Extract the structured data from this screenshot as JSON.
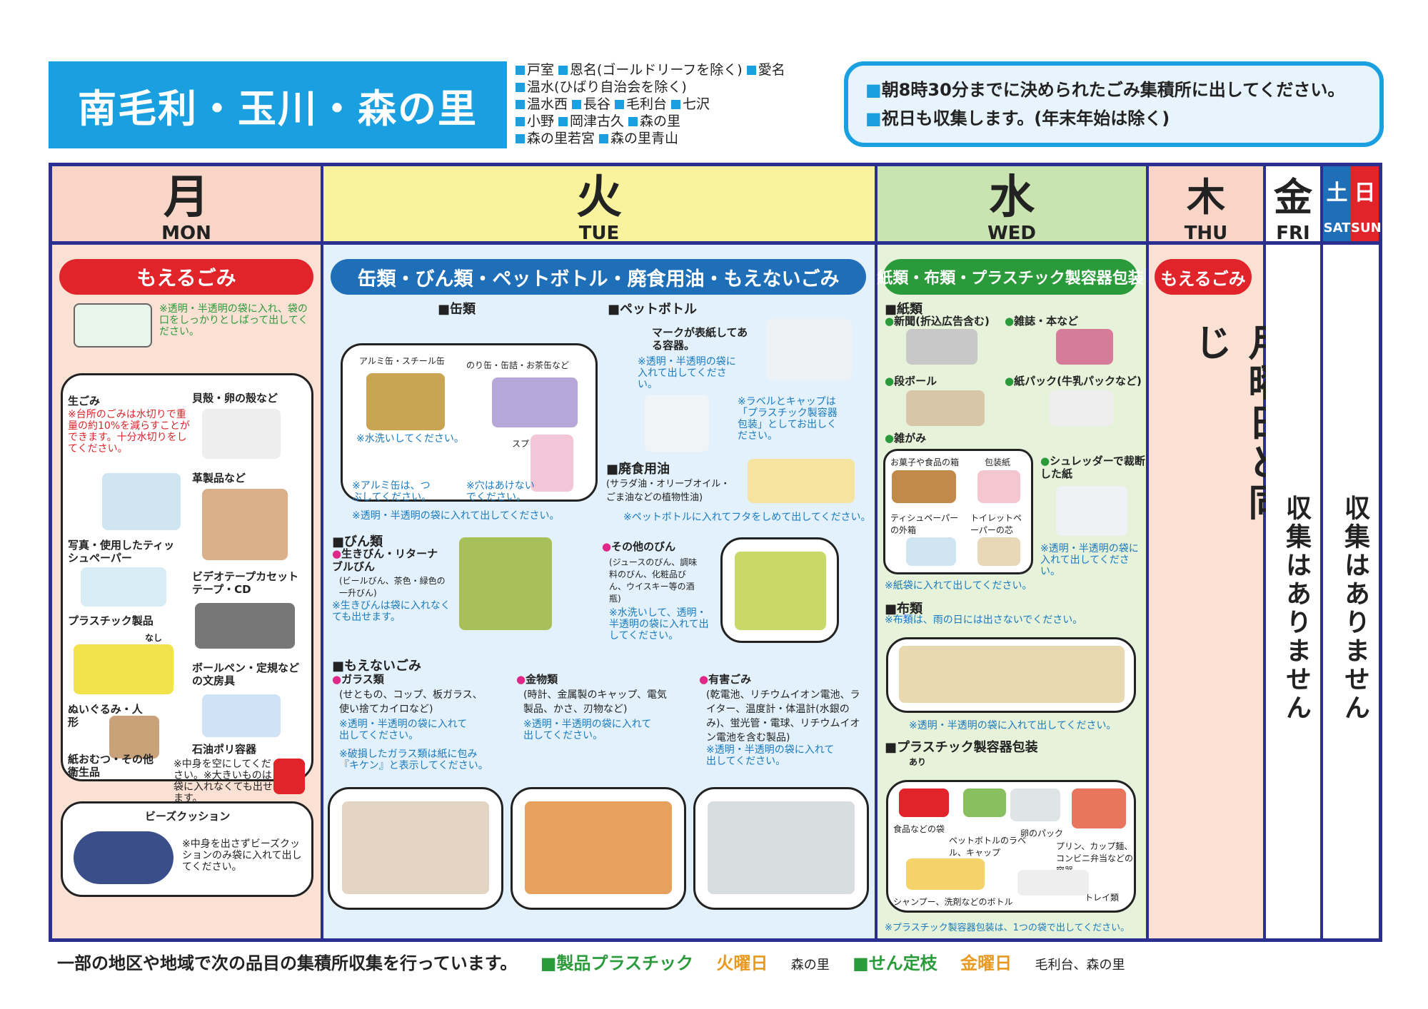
{
  "title": "南毛利・玉川・森の里",
  "districts": [
    "戸室",
    "恩名(ゴールドリーフを除く)",
    "愛名",
    "温水(ひばり自治会を除く)",
    "温水西",
    "長谷",
    "毛利台",
    "七沢",
    "小野",
    "岡津古久",
    "森の里",
    "森の里若宮",
    "森の里青山"
  ],
  "notice": [
    "朝8時30分までに決められたごみ集積所に出してください。",
    "祝日も収集します。(年末年始は除く)"
  ],
  "days": {
    "mon": {
      "kanji": "月",
      "en": "MON"
    },
    "tue": {
      "kanji": "火",
      "en": "TUE"
    },
    "wed": {
      "kanji": "水",
      "en": "WED"
    },
    "thu": {
      "kanji": "木",
      "en": "THU"
    },
    "fri": {
      "kanji": "金",
      "en": "FRI"
    },
    "sat": {
      "kanji": "土",
      "en": "SAT"
    },
    "sun": {
      "kanji": "日",
      "en": "SUN"
    }
  },
  "mon": {
    "banner": "もえるごみ",
    "bag_note": "※透明・半透明の袋に入れ、袋の口をしっかりとしばって出してください。",
    "items": {
      "raw": "生ごみ",
      "raw_note": "※台所のごみは水切りで重量の約10%を減らすことができます。十分水切りをしてください。",
      "shell": "貝殻・卵の殻など",
      "leather": "革製品など",
      "photo": "写真・使用したティッシュペーパー",
      "video": "ビデオテープカセットテープ・CD",
      "plastic": "プラスチック製品",
      "plastic_mark": "なし",
      "pen": "ボールペン・定規などの文房具",
      "plush": "ぬいぐるみ・人形",
      "poly": "石油ポリ容器",
      "diaper": "紙おむつ・その他衛生品",
      "poly_note": "※中身を空にしてください。※大きいものは袋に入れなくても出せます。",
      "beads": "ビーズクッション",
      "beads_note": "※中身を出さずビーズクッションのみ袋に入れて出してください。"
    }
  },
  "tue": {
    "banner": "缶類・びん類・ペットボトル・廃食用油・もえないごみ",
    "can": {
      "title": "缶類",
      "sub1": "アルミ缶・スチール缶",
      "sub2": "のり缶・缶詰・お茶缶など",
      "spray": "スプレー缶",
      "wash": "※水洗いしてください。",
      "crush": "※アルミ缶は、つぶしてください。",
      "hole": "※穴はあけないでください。",
      "bag": "※透明・半透明の袋に入れて出してください。"
    },
    "pet": {
      "title": "ペットボトル",
      "mark": "マークが表紙してある容器。",
      "bag": "※透明・半透明の袋に入れて出してください。",
      "label": "※ラベルとキャップは「プラスチック製容器包装」としてお出しください。",
      "cap": "※ペットボトルに入れてフタをしめて出してください。"
    },
    "oil": {
      "title": "廃食用油",
      "desc": "(サラダ油・オリーブオイル・ごま油などの植物性油)"
    },
    "bottle": {
      "title": "びん類",
      "reuse": "生きびん・リターナブルびん",
      "reuse_desc": "(ビールびん、茶色・緑色の一升びん)",
      "reuse_note": "※生きびんは袋に入れなくても出せます。",
      "other": "その他のびん",
      "other_desc": "(ジュースのびん、調味料のびん、化粧品びん、ウイスキー等の酒瓶)",
      "other_note": "※水洗いして、透明・半透明の袋に入れて出してください。"
    },
    "nonburn": {
      "title": "もえないごみ",
      "glass": "ガラス類",
      "glass_desc": "(せともの、コップ、板ガラス、使い捨てカイロなど)",
      "glass_note": "※透明・半透明の袋に入れて出してください。",
      "glass_note2": "※破損したガラス類は紙に包み『キケン』と表示してください。",
      "metal": "金物類",
      "metal_desc": "(時計、金属製のキャップ、電気製品、かさ、刃物など)",
      "metal_note": "※透明・半透明の袋に入れて出してください。",
      "hazard": "有害ごみ",
      "hazard_desc": "(乾電池、リチウムイオン電池、ライター、温度計・体温計(水銀のみ)、蛍光管・電球、リチウムイオン電池を含む製品)",
      "hazard_note": "※透明・半透明の袋に入れて出してください。"
    }
  },
  "wed": {
    "banner": "紙類・布類・プラスチック製容器包装",
    "paper": {
      "title": "紙類",
      "news": "新聞(折込広告含む)",
      "mag": "雑誌・本など",
      "card": "段ボール",
      "pack": "紙パック(牛乳パックなど)",
      "misc": "雑がみ",
      "shred": "シュレッダーで裁断した紙",
      "shred_note": "※透明・半透明の袋に入れて出してください。",
      "snack": "お菓子や食品の箱",
      "wrap": "包装紙",
      "tissue": "ティシュペーパーの外箱",
      "toilet": "トイレットペーパーの芯",
      "bag": "※紙袋に入れて出してください。"
    },
    "cloth": {
      "title": "布類",
      "note": "※布類は、雨の日には出さないでください。",
      "bag": "※透明・半透明の袋に入れて出してください。"
    },
    "plastic": {
      "title": "プラスチック製容器包装",
      "mark": "あり",
      "food": "食品などの袋",
      "label": "ペットボトルのラベル、キャップ",
      "egg": "卵のパック",
      "pudding": "プリン、カップ麺、コンビニ弁当などの容器",
      "shampoo": "シャンプー、洗剤などのボトル",
      "tray": "トレイ類",
      "note": "※プラスチック製容器包装は、1つの袋で出してください。"
    }
  },
  "thu": {
    "banner": "もえるごみ",
    "same": "月曜日と同じ"
  },
  "fri": {
    "none": "収集はありません"
  },
  "weekend": {
    "none": "収集はありません"
  },
  "footer": {
    "lead": "一部の地区や地域で次の品目の集積所収集を行っています。",
    "item1": "製品プラスチック",
    "day1": "火曜日",
    "area1": "森の里",
    "item2": "せん定枝",
    "day2": "金曜日",
    "area2": "毛利台、森の里"
  }
}
